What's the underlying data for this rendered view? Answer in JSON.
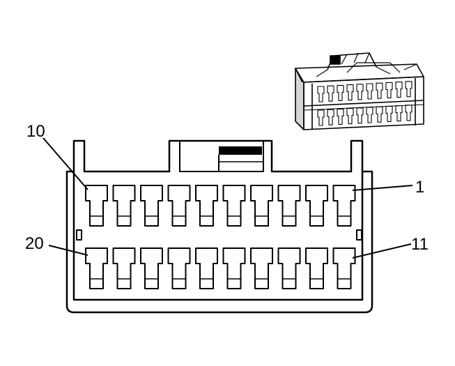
{
  "connector": {
    "pin_labels": {
      "top_left": "10",
      "top_right": "1",
      "bottom_left": "20",
      "bottom_right": "11"
    },
    "rows": 2,
    "pins_per_row": 10
  },
  "colors": {
    "stroke": "#000000",
    "background": "#ffffff",
    "shade": "#cfcfcf"
  }
}
